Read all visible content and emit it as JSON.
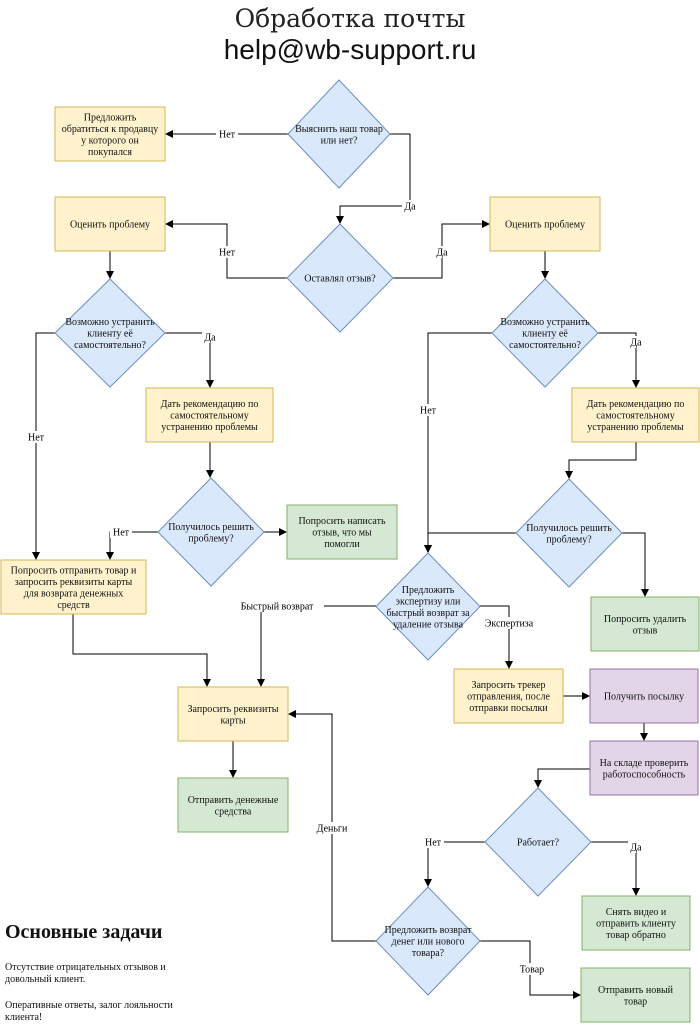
{
  "header": {
    "title": "Обработка почты",
    "email": "help@wb-support.ru"
  },
  "tasks": {
    "heading": "Основные задачи",
    "items": [
      "Отсутствие отрицательных отзывов и довольный клиент.",
      "Оперативные ответы, залог лояльности клиента!"
    ]
  },
  "colors": {
    "yellow_fill": "#fff2cc",
    "yellow_stroke": "#d6b656",
    "blue_fill": "#dae8fc",
    "blue_stroke": "#6c8ebf",
    "green_fill": "#d5e8d4",
    "green_stroke": "#82b366",
    "purple_fill": "#e1d5e7",
    "purple_stroke": "#9673a6"
  },
  "nodes": [
    {
      "id": "suggest-seller",
      "shape": "rect",
      "color": "yellow",
      "lines": [
        "Предложить",
        "обратиться к продавцу",
        "у которого он",
        "покупался"
      ]
    },
    {
      "id": "our-product",
      "shape": "diamond",
      "color": "blue",
      "lines": [
        "Выяснить наш товар",
        "или нет?"
      ]
    },
    {
      "id": "evaluate-left",
      "shape": "rect",
      "color": "yellow",
      "lines": [
        "Оценить проблему"
      ]
    },
    {
      "id": "left-review",
      "shape": "diamond",
      "color": "blue",
      "lines": [
        "Оставлял отзыв?"
      ]
    },
    {
      "id": "evaluate-right",
      "shape": "rect",
      "color": "yellow",
      "lines": [
        "Оценить проблему"
      ]
    },
    {
      "id": "fix-left",
      "shape": "diamond",
      "color": "blue",
      "lines": [
        "Возможно устранить",
        "клиенту её",
        "самостоятельно?"
      ]
    },
    {
      "id": "fix-right",
      "shape": "diamond",
      "color": "blue",
      "lines": [
        "Возможно устранить",
        "клиенту её",
        "самостоятельно?"
      ]
    },
    {
      "id": "advice-left",
      "shape": "rect",
      "color": "yellow",
      "lines": [
        "Дать рекомендацию по",
        "самостоятельному",
        "устранению проблемы"
      ]
    },
    {
      "id": "advice-right",
      "shape": "rect",
      "color": "yellow",
      "lines": [
        "Дать рекомендацию по",
        "самостоятельному",
        "устранению проблемы"
      ]
    },
    {
      "id": "solved-left",
      "shape": "diamond",
      "color": "blue",
      "lines": [
        "Получилось решить",
        "проблему?"
      ]
    },
    {
      "id": "write-review",
      "shape": "rect",
      "color": "green",
      "lines": [
        "Попросить написать",
        "отзыв, что мы",
        "помогли"
      ]
    },
    {
      "id": "solved-right",
      "shape": "diamond",
      "color": "blue",
      "lines": [
        "Получилось решить",
        "проблему?"
      ]
    },
    {
      "id": "send-back",
      "shape": "rect",
      "color": "yellow",
      "lines": [
        "Попросить отправить товар и",
        "запросить реквизиты карты",
        "для возврата денежных",
        "средств"
      ]
    },
    {
      "id": "offer-expertise",
      "shape": "diamond",
      "color": "blue",
      "lines": [
        "Предложить",
        "экспертизу или",
        "быстрый возврат за",
        "удаление отзыва"
      ]
    },
    {
      "id": "delete-review",
      "shape": "rect",
      "color": "green",
      "lines": [
        "Попросить удалить",
        "отзыв"
      ]
    },
    {
      "id": "request-card",
      "shape": "rect",
      "color": "yellow",
      "lines": [
        "Запросить реквизиты",
        "карты"
      ]
    },
    {
      "id": "request-tracker",
      "shape": "rect",
      "color": "yellow",
      "lines": [
        "Запросить трекер",
        "отправления, после",
        "отправки посылки"
      ]
    },
    {
      "id": "receive-parcel",
      "shape": "rect",
      "color": "purple",
      "lines": [
        "Получить посылку"
      ]
    },
    {
      "id": "send-money",
      "shape": "rect",
      "color": "green",
      "lines": [
        "Отправить денежные",
        "средства"
      ]
    },
    {
      "id": "check-warehouse",
      "shape": "rect",
      "color": "purple",
      "lines": [
        "На складе проверить",
        "работоспособность"
      ]
    },
    {
      "id": "works",
      "shape": "diamond",
      "color": "blue",
      "lines": [
        "Работает?"
      ]
    },
    {
      "id": "video-return",
      "shape": "rect",
      "color": "green",
      "lines": [
        "Снять видео и",
        "отправить клиенту",
        "товар обратно"
      ]
    },
    {
      "id": "refund-or-new",
      "shape": "diamond",
      "color": "blue",
      "lines": [
        "Предложить возврат",
        "денег или нового",
        "товара?"
      ]
    },
    {
      "id": "send-new",
      "shape": "rect",
      "color": "green",
      "lines": [
        "Отправить новый",
        "товар"
      ]
    }
  ],
  "edges": [
    {
      "from": "our-product",
      "to": "suggest-seller",
      "label": "Нет"
    },
    {
      "from": "our-product",
      "to": "left-review",
      "label": "Да"
    },
    {
      "from": "left-review",
      "to": "evaluate-left",
      "label": "Нет"
    },
    {
      "from": "left-review",
      "to": "evaluate-right",
      "label": "Да"
    },
    {
      "from": "evaluate-left",
      "to": "fix-left",
      "label": ""
    },
    {
      "from": "evaluate-right",
      "to": "fix-right",
      "label": ""
    },
    {
      "from": "fix-left",
      "to": "advice-left",
      "label": "Да"
    },
    {
      "from": "fix-left",
      "to": "send-back",
      "label": "Нет"
    },
    {
      "from": "fix-right",
      "to": "advice-right",
      "label": "Да"
    },
    {
      "from": "fix-right",
      "to": "offer-expertise",
      "label": "Нет"
    },
    {
      "from": "advice-left",
      "to": "solved-left",
      "label": ""
    },
    {
      "from": "solved-left",
      "to": "write-review",
      "label": ""
    },
    {
      "from": "solved-left",
      "to": "send-back",
      "label": "Нет"
    },
    {
      "from": "advice-right",
      "to": "solved-right",
      "label": ""
    },
    {
      "from": "solved-right",
      "to": "delete-review",
      "label": ""
    },
    {
      "from": "solved-right",
      "to": "offer-expertise",
      "label": ""
    },
    {
      "from": "send-back",
      "to": "request-card",
      "label": ""
    },
    {
      "from": "offer-expertise",
      "to": "request-card",
      "label": "Быстрый возврат"
    },
    {
      "from": "offer-expertise",
      "to": "request-tracker",
      "label": "Экспертиза"
    },
    {
      "from": "request-card",
      "to": "send-money",
      "label": ""
    },
    {
      "from": "request-tracker",
      "to": "receive-parcel",
      "label": ""
    },
    {
      "from": "receive-parcel",
      "to": "check-warehouse",
      "label": ""
    },
    {
      "from": "check-warehouse",
      "to": "works",
      "label": ""
    },
    {
      "from": "works",
      "to": "refund-or-new",
      "label": "Нет"
    },
    {
      "from": "works",
      "to": "video-return",
      "label": "Да"
    },
    {
      "from": "refund-or-new",
      "to": "request-card",
      "label": "Деньги"
    },
    {
      "from": "refund-or-new",
      "to": "send-new",
      "label": "Товар"
    }
  ]
}
